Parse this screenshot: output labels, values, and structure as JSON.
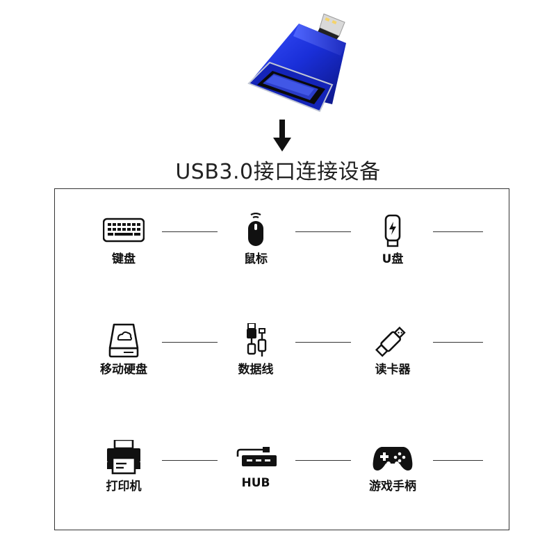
{
  "headline": "USB3.0接口连接设备",
  "devices": [
    {
      "label": "键盘",
      "icon": "keyboard-icon"
    },
    {
      "label": "鼠标",
      "icon": "mouse-icon"
    },
    {
      "label": "U盘",
      "icon": "usb-flash-drive-icon"
    },
    {
      "label": "移动硬盘",
      "icon": "external-hard-drive-icon"
    },
    {
      "label": "数据线",
      "icon": "data-cable-icon"
    },
    {
      "label": "读卡器",
      "icon": "card-reader-icon"
    },
    {
      "label": "打印机",
      "icon": "printer-icon"
    },
    {
      "label": "HUB",
      "icon": "usb-hub-icon"
    },
    {
      "label": "游戏手柄",
      "icon": "gamepad-icon"
    }
  ],
  "colors": {
    "adapter_body": "#1a2fd8",
    "adapter_dark": "#0b1480",
    "border": "#333333"
  }
}
